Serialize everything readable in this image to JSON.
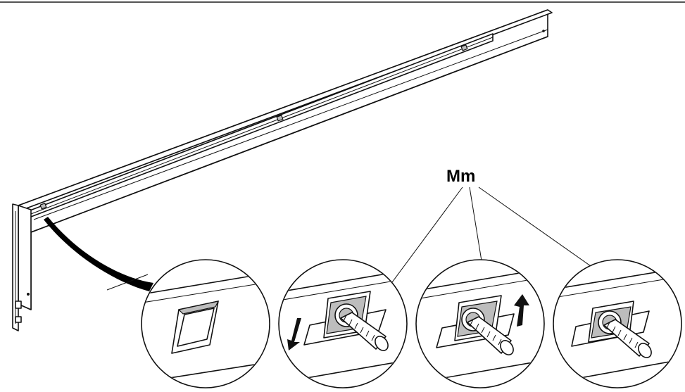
{
  "callout": {
    "label": "Mm"
  },
  "colors": {
    "line": "#111111",
    "background": "#ffffff",
    "shade": "#bdbdbd"
  },
  "details": [
    {
      "id": "detail-1",
      "icon": "empty-slot"
    },
    {
      "id": "detail-2",
      "icon": "clip-nut-insert-down-arrow"
    },
    {
      "id": "detail-3",
      "icon": "clip-nut-slide-up-arrow"
    },
    {
      "id": "detail-4",
      "icon": "clip-nut-installed"
    }
  ]
}
